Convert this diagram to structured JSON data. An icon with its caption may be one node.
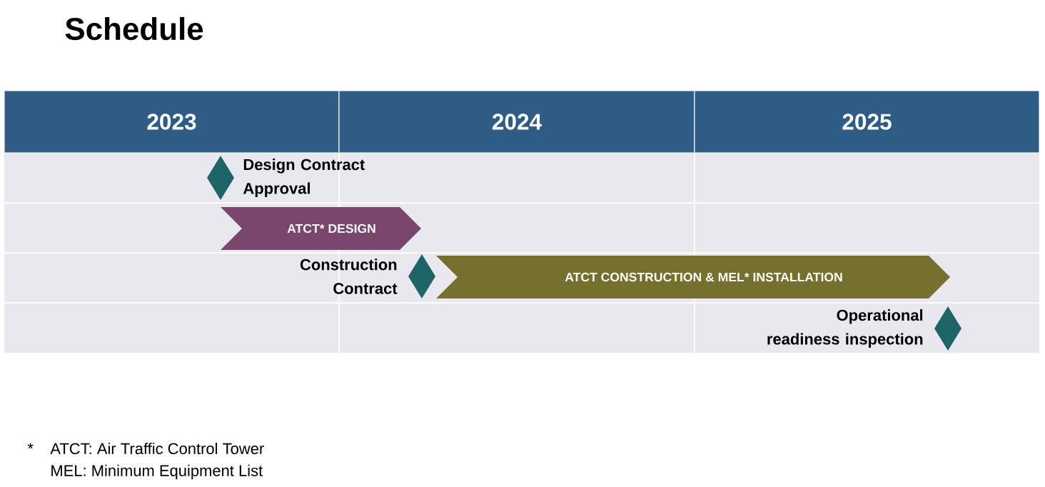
{
  "diagram": {
    "title": "Schedule",
    "nodes": [
      {
        "text": [
          "2023"
        ]
      },
      {
        "text": [
          "2024"
        ]
      },
      {
        "text": [
          "2025"
        ]
      },
      {
        "text": [],
        "shape": "diamond",
        "beside": [
          "Design Contract Approval"
        ]
      },
      {
        "text": [
          "ATCT* DESIGN"
        ]
      },
      {
        "text": [],
        "shape": "diamond",
        "beside": [
          "Construction Contract"
        ]
      },
      {
        "text": [
          "ATCT CONSTRUCTION & MEL* INSTALLATION"
        ]
      },
      {
        "text": [],
        "shape": "diamond",
        "beside": [
          "Operational readiness inspection"
        ]
      }
    ],
    "labels": [
      "*",
      "ATCT: Air Traffic Control Tower",
      "MEL: Minimum Equipment List"
    ]
  }
}
